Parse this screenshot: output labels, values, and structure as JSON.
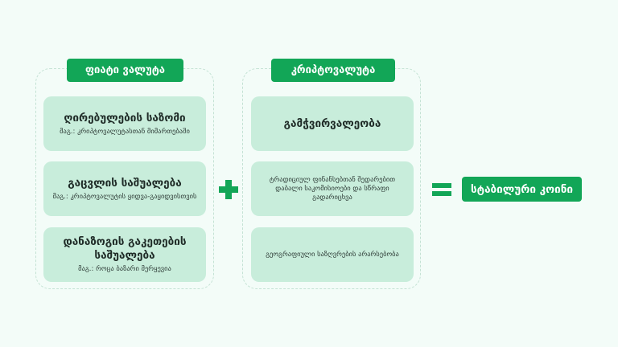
{
  "fiat": {
    "label": "ფიატი ვალუტა",
    "cards": [
      {
        "title": "ღირებულების საზომი",
        "sub": "მაგ.: კრიპტოვალუტასთან მიმართებაში"
      },
      {
        "title": "გაცვლის საშუალება",
        "sub": "მაგ.: კრიპტოვალუტის ყიდვა-გაყიდვისთვის"
      },
      {
        "title": "დანაზოგის გაკეთების საშუალება",
        "sub": "მაგ.: როცა ბაზარი მერყევია"
      }
    ]
  },
  "crypto": {
    "label": "კრიპტოვალუტა",
    "cards": [
      {
        "title": "გამჭვირვალეობა"
      },
      {
        "body": "ტრადიციულ ფინანსებთან შედარებით დაბალი საკომისიოები და სწრაფი გადარიცხვა"
      },
      {
        "body": "გეოგრაფიული საზღვრების არარსებობა"
      }
    ]
  },
  "result": {
    "label": "სტაბილური კოინი"
  },
  "colors": {
    "accent": "#12a657",
    "card": "#c8eddb",
    "background": "#f3fcf8"
  }
}
